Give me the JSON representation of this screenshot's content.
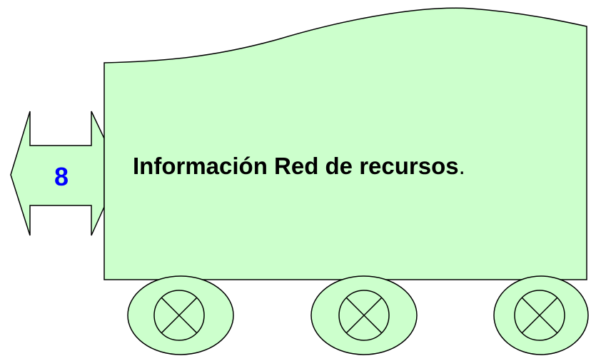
{
  "arrow": {
    "number": "8"
  },
  "wagon": {
    "label": "Información Red de recursos",
    "label_suffix": "."
  },
  "colors": {
    "fill": "#ccffcc",
    "stroke": "#000000",
    "number_text": "#0000ff",
    "label_text": "#000000"
  },
  "wheels": [
    {
      "id": "left"
    },
    {
      "id": "middle"
    },
    {
      "id": "right"
    }
  ]
}
